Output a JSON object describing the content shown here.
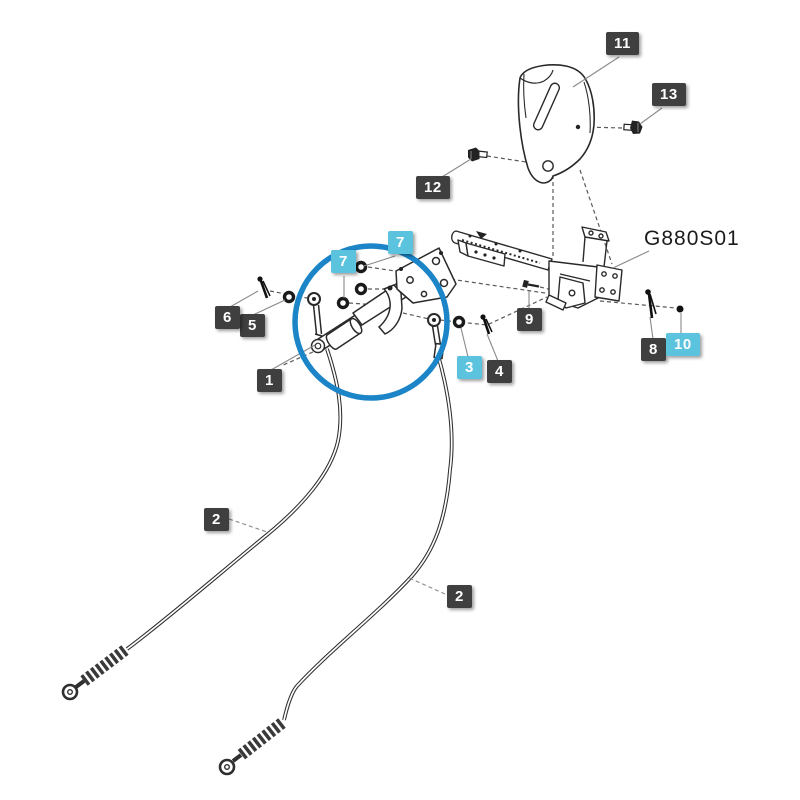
{
  "diagram": {
    "model_code": "G880S01",
    "callouts": [
      {
        "num": "1",
        "style": "dark"
      },
      {
        "num": "2",
        "style": "dark"
      },
      {
        "num": "2",
        "style": "dark"
      },
      {
        "num": "3",
        "style": "highlight"
      },
      {
        "num": "4",
        "style": "dark"
      },
      {
        "num": "5",
        "style": "dark"
      },
      {
        "num": "6",
        "style": "dark"
      },
      {
        "num": "7",
        "style": "highlight"
      },
      {
        "num": "7",
        "style": "highlight"
      },
      {
        "num": "8",
        "style": "dark"
      },
      {
        "num": "9",
        "style": "dark"
      },
      {
        "num": "10",
        "style": "highlight"
      },
      {
        "num": "11",
        "style": "dark"
      },
      {
        "num": "12",
        "style": "dark"
      },
      {
        "num": "13",
        "style": "dark"
      }
    ],
    "colors": {
      "highlight_circle": "#1b85c8",
      "callout_dark_bg": "#3f3f3f",
      "callout_highlight_bg": "#5bc3de",
      "line_art": "#2a2a2a"
    }
  }
}
